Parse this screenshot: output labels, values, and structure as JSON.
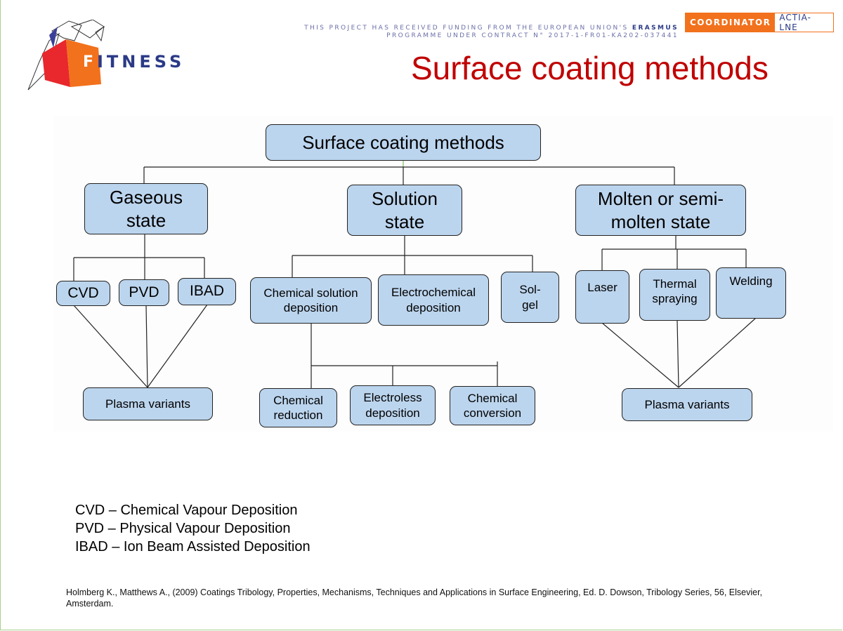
{
  "header": {
    "logo_text": "ITNESS",
    "logo_f": "F",
    "funding_line1_prefix": "THIS PROJECT HAS RECEIVED FUNDING FROM THE EUROPEAN UNION'S ",
    "funding_line1_bold": "ERASMUS",
    "funding_line2": "PROGRAMME UNDER CONTRACT N° 2017-1-FR01-KA202-037441",
    "coordinator_label": "COORDINATOR",
    "coordinator_value": "ACTIA-LNE"
  },
  "title": "Surface coating methods",
  "diagram": {
    "root": "Surface coating methods",
    "gaseous": "Gaseous state",
    "solution": "Solution state",
    "molten": "Molten or semi-molten state",
    "cvd": "CVD",
    "pvd": "PVD",
    "ibad": "IBAD",
    "plasma_left": "Plasma variants",
    "chem_sol_dep": "Chemical solution deposition",
    "electrochem": "Electrochemical deposition",
    "solgel": "Sol-gel",
    "chem_reduction": "Chemical reduction",
    "electroless": "Electroless deposition",
    "chem_conversion": "Chemical conversion",
    "laser": "Laser",
    "thermal": "Thermal spraying",
    "welding": "Welding",
    "plasma_right": "Plasma variants"
  },
  "legend": {
    "cvd": "CVD – Chemical Vapour Deposition",
    "pvd": "PVD –  Physical Vapour Deposition",
    "ibad": "IBAD – Ion Beam Assisted Deposition"
  },
  "reference": "Holmberg K., Matthews A.,  (2009) Coatings Tribology, Properties, Mechanisms, Techniques and Applications in Surface Engineering, Ed. D. Dowson, Tribology Series, 56, Elsevier, Amsterdam.",
  "colors": {
    "title": "#c00000",
    "box_fill": "#bcd5ee",
    "brand_orange": "#f2711c",
    "brand_navy": "#2b3a86"
  }
}
